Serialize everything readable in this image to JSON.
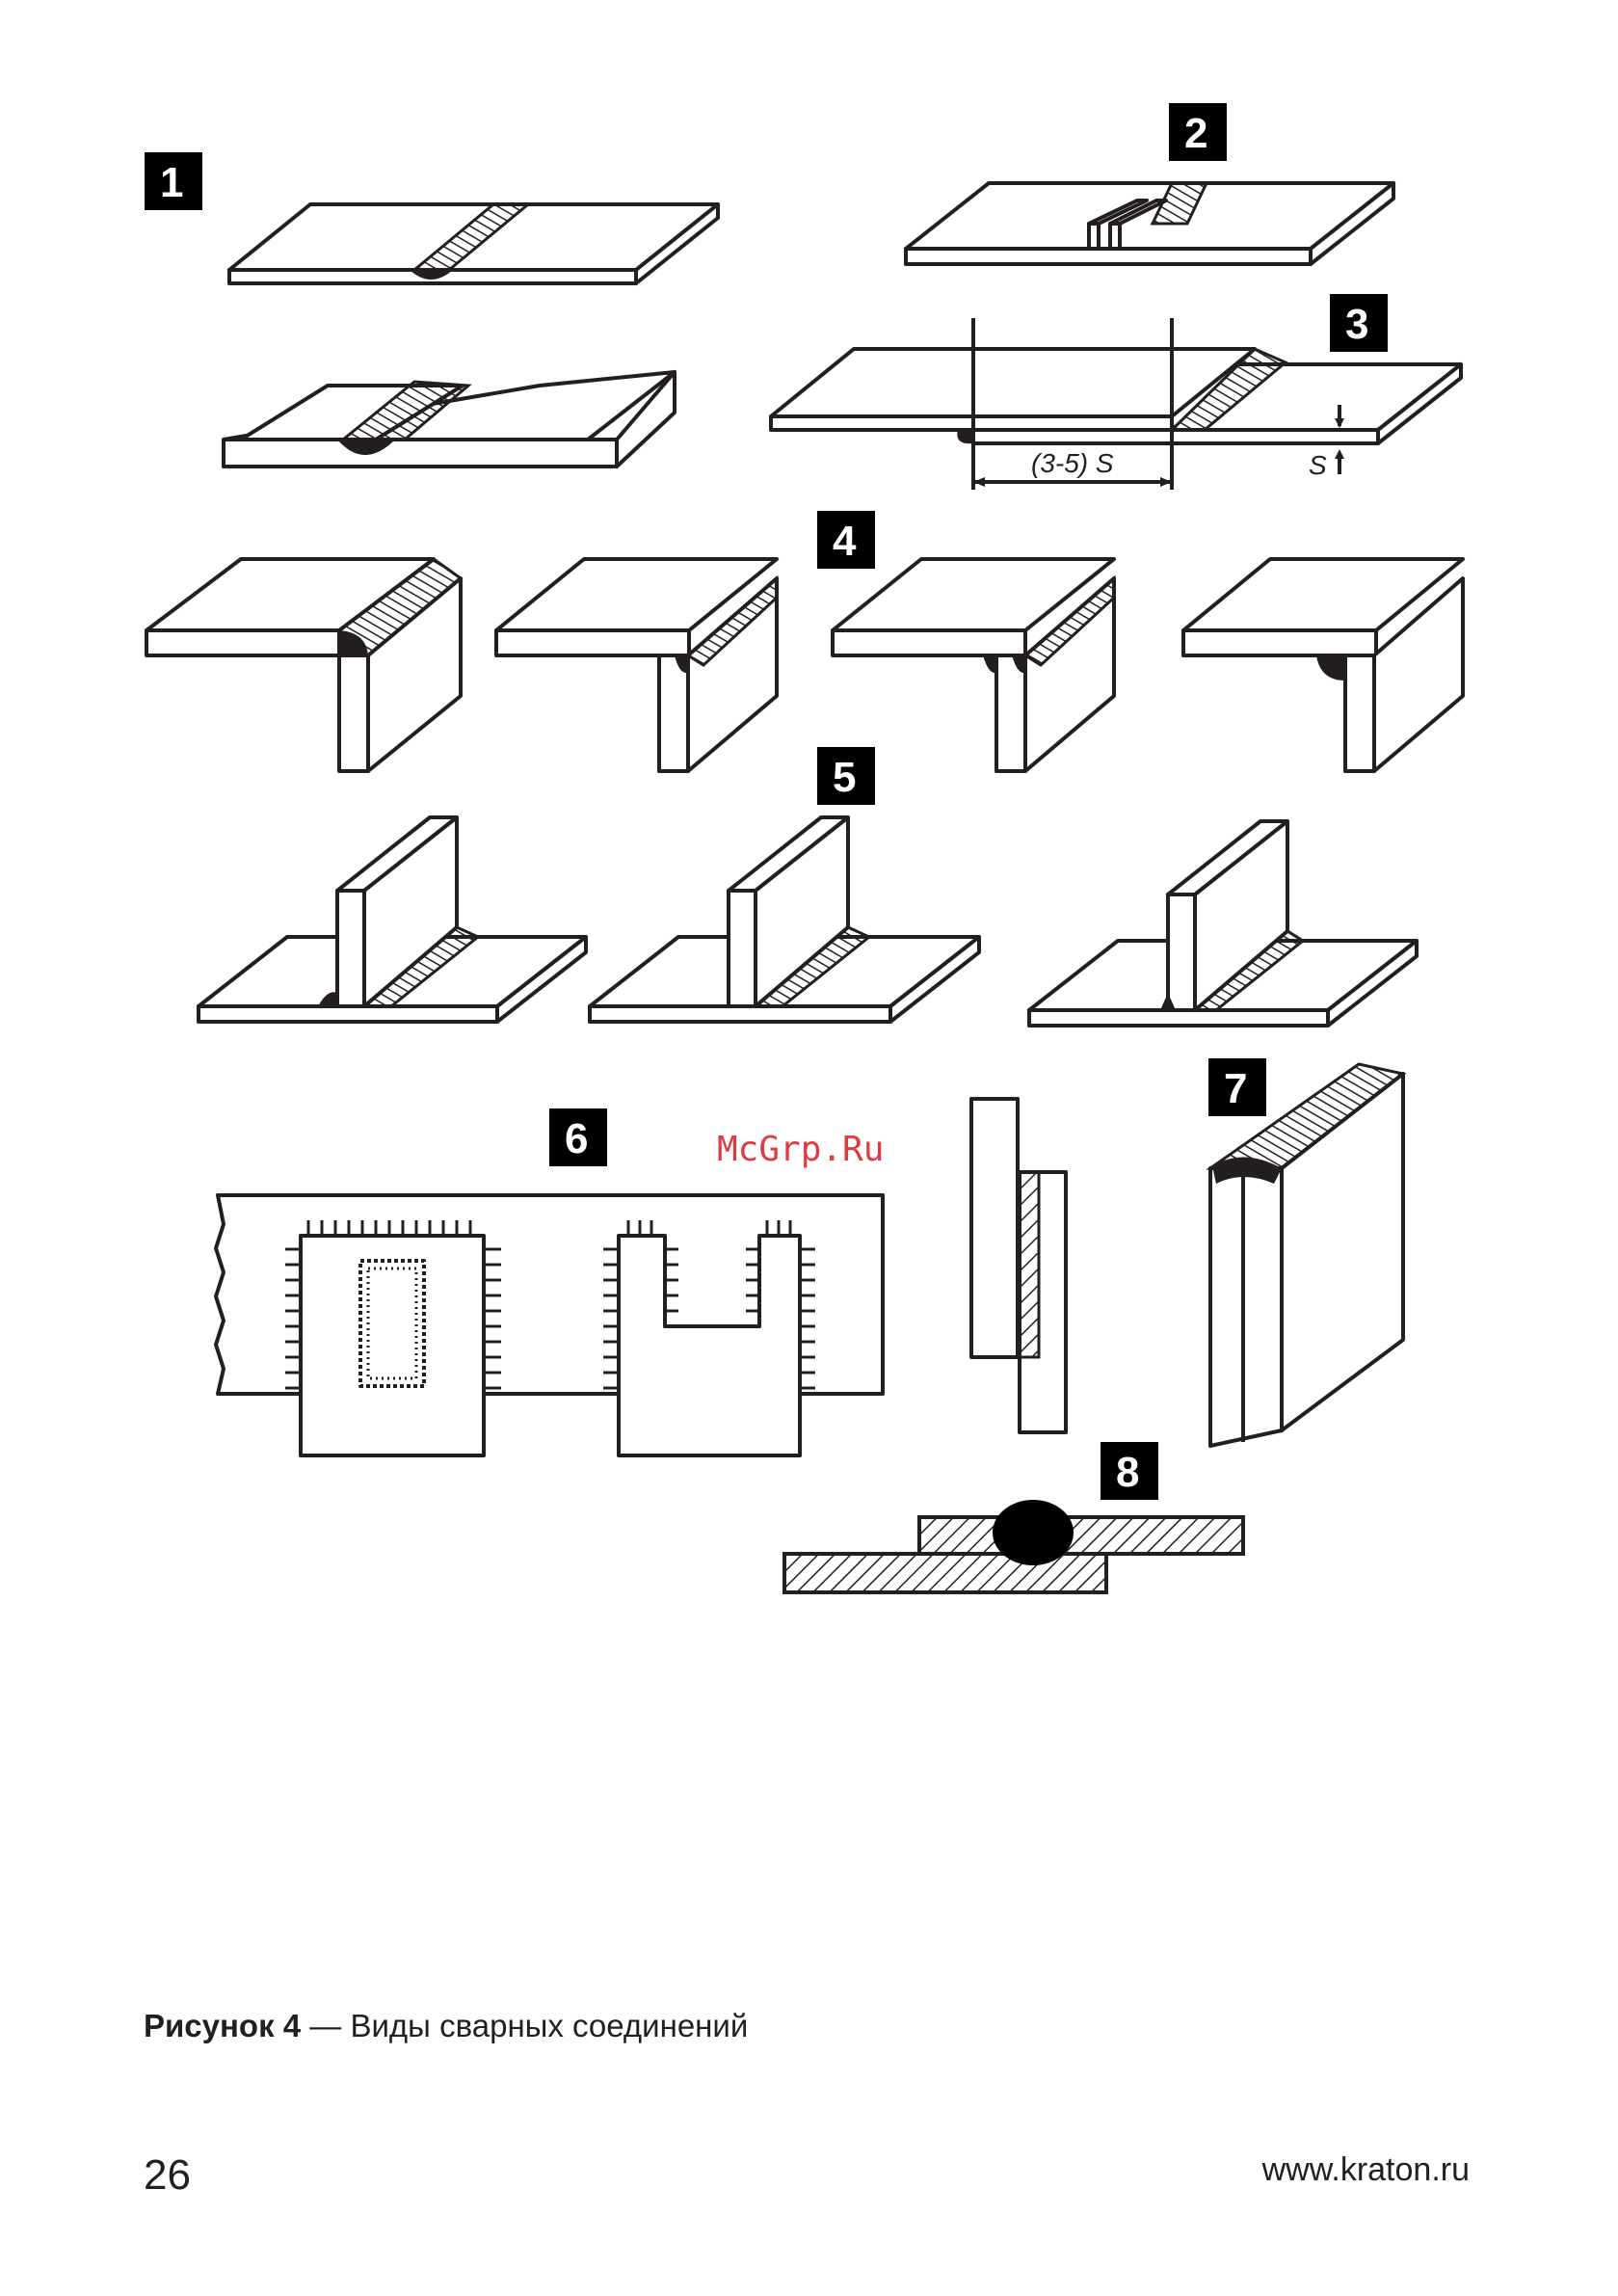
{
  "figure": {
    "labels": [
      "1",
      "2",
      "3",
      "4",
      "5",
      "6",
      "7",
      "8"
    ],
    "dimension_label": "(3-5) S",
    "thickness_label": "S",
    "watermark": "McGrp.Ru"
  },
  "caption": {
    "number": "Рисунок 4",
    "dash": " — ",
    "text": "Виды сварных соединений"
  },
  "footer": {
    "page_number": "26",
    "website": "www.kraton.ru"
  }
}
